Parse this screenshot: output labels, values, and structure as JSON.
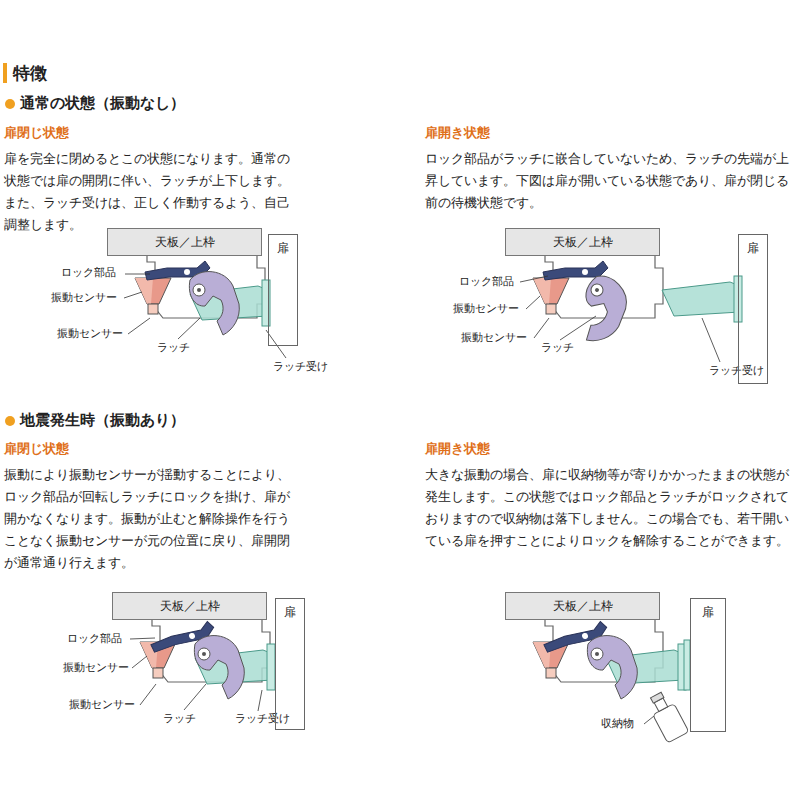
{
  "diagram": {
    "title": "特徴",
    "nodes": [
      {
        "text": [
          "天板／上枠"
        ]
      },
      {
        "text": [
          "扉"
        ]
      },
      {
        "text": [
          "天板／上枠"
        ]
      },
      {
        "text": [
          "扉"
        ]
      },
      {
        "text": [
          "天板／上枠"
        ]
      },
      {
        "text": [
          "扉"
        ]
      },
      {
        "text": [
          "天板／上枠"
        ]
      },
      {
        "text": [
          "扉"
        ]
      }
    ],
    "labels": [
      "通常の状態（振動なし）",
      "扉閉じ状態",
      "扉を完全に閉めるとこの状態になります。通常の状態では扉の開閉に伴い、ラッチが上下します。また、ラッチ受けは、正しく作動するよう、自己調整します。",
      "ロック部品",
      "振動センサー",
      "振動センサー",
      "ラッチ",
      "ラッチ受け",
      "扉開き状態",
      "ロック部品がラッチに嵌合していないため、ラッチの先端が上昇しています。下図は扉が開いている状態であり、扉が閉じる前の待機状態です。",
      "ロック部品",
      "振動センサー",
      "振動センサー",
      "ラッチ",
      "ラッチ受け",
      "地震発生時（振動あり）",
      "扉閉じ状態",
      "振動により振動センサーが揺動することにより、ロック部品が回転しラッチにロックを掛け、扉が開かなくなります。振動が止むと解除操作を行うことなく振動センサーが元の位置に戻り、扉開閉が通常通り行えます。",
      "ロック部品",
      "振動センサー",
      "振動センサー",
      "ラッチ",
      "ラッチ受け",
      "扉開き状態",
      "大きな振動の場合、扉に収納物等が寄りかかったままの状態が発生します。この状態ではロック部品とラッチがロックされておりますので収納物は落下しません。この場合でも、若干開いている扉を押すことによりロックを解除することができます。",
      "収納物"
    ]
  }
}
